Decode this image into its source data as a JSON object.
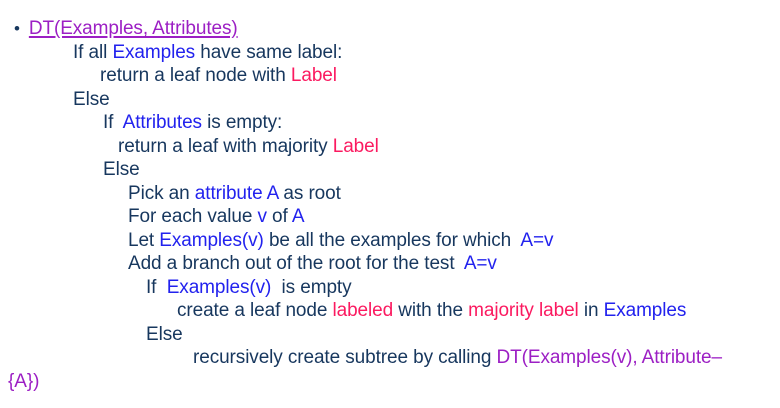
{
  "page": {
    "background": "#ffffff"
  },
  "colors": {
    "navy": "#17375e",
    "blue": "#2222ee",
    "pink": "#fb1a60",
    "purple": "#9c1fc4"
  },
  "lines": [
    {
      "indent": 14,
      "segments": [
        {
          "name": "bullet-icon",
          "text": "•",
          "color": "navy"
        },
        {
          "name": "function-title",
          "text": "DT(Examples, Attributes)",
          "color": "purple",
          "underline": true
        }
      ]
    },
    {
      "indent": 73,
      "segments": [
        {
          "text": "If all ",
          "color": "navy"
        },
        {
          "text": "Examples",
          "color": "blue"
        },
        {
          "text": " have same label:",
          "color": "navy"
        }
      ]
    },
    {
      "indent": 100,
      "segments": [
        {
          "text": "return a leaf node with ",
          "color": "navy"
        },
        {
          "text": "Label",
          "color": "pink"
        }
      ]
    },
    {
      "indent": 73,
      "segments": [
        {
          "text": "Else",
          "color": "navy"
        }
      ]
    },
    {
      "indent": 103,
      "segments": [
        {
          "text": "If  ",
          "color": "navy"
        },
        {
          "text": "Attributes",
          "color": "blue"
        },
        {
          "text": " is empty:",
          "color": "navy"
        }
      ]
    },
    {
      "indent": 118,
      "segments": [
        {
          "text": "return a leaf with majority ",
          "color": "navy"
        },
        {
          "text": "Label",
          "color": "pink"
        }
      ]
    },
    {
      "indent": 103,
      "segments": [
        {
          "text": "Else",
          "color": "navy"
        }
      ]
    },
    {
      "indent": 128,
      "segments": [
        {
          "text": "Pick an ",
          "color": "navy"
        },
        {
          "text": "attribute A",
          "color": "blue"
        },
        {
          "text": " as root",
          "color": "navy"
        }
      ]
    },
    {
      "indent": 128,
      "segments": [
        {
          "text": "For each value ",
          "color": "navy"
        },
        {
          "text": "v",
          "color": "blue"
        },
        {
          "text": " of ",
          "color": "navy"
        },
        {
          "text": "A",
          "color": "blue"
        }
      ]
    },
    {
      "indent": 128,
      "segments": [
        {
          "text": "Let ",
          "color": "navy"
        },
        {
          "text": "Examples(v)",
          "color": "blue"
        },
        {
          "text": " be all the examples for which  ",
          "color": "navy"
        },
        {
          "text": "A=v",
          "color": "blue"
        }
      ]
    },
    {
      "indent": 128,
      "segments": [
        {
          "text": "Add a branch out of the root for the test  ",
          "color": "navy"
        },
        {
          "text": "A=v",
          "color": "blue"
        }
      ]
    },
    {
      "indent": 146,
      "segments": [
        {
          "text": "If  ",
          "color": "navy"
        },
        {
          "text": "Examples(v)",
          "color": "blue"
        },
        {
          "text": "  is empty",
          "color": "navy"
        }
      ]
    },
    {
      "indent": 177,
      "segments": [
        {
          "text": "create a leaf node ",
          "color": "navy"
        },
        {
          "text": "labeled",
          "color": "pink"
        },
        {
          "text": " with the ",
          "color": "navy"
        },
        {
          "text": "majority label",
          "color": "pink"
        },
        {
          "text": " in ",
          "color": "navy"
        },
        {
          "text": "Examples",
          "color": "blue"
        }
      ]
    },
    {
      "indent": 146,
      "segments": [
        {
          "text": "Else",
          "color": "navy"
        }
      ]
    },
    {
      "indent": 193,
      "segments": [
        {
          "text": "recursively create subtree by calling ",
          "color": "navy"
        },
        {
          "text": "DT(Examples(v), Attribute–",
          "color": "purple"
        }
      ]
    },
    {
      "indent": 8,
      "segments": [
        {
          "text": "{A})",
          "color": "purple"
        }
      ]
    }
  ]
}
